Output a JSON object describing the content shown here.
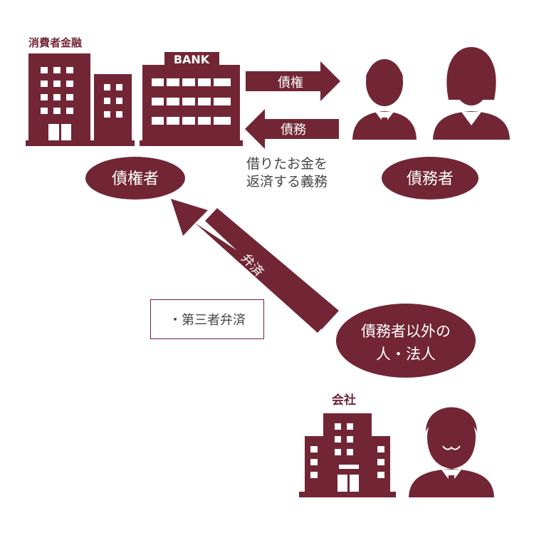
{
  "colors": {
    "primary": "#722635",
    "text": "#444444",
    "background": "#ffffff"
  },
  "icons": {
    "consumer_finance": "office-building-icon",
    "bank": "bank-building-icon",
    "debtor_man": "businessman-icon",
    "debtor_woman": "businesswoman-icon",
    "company": "company-building-icon",
    "third_party_person": "businessman-icon"
  },
  "labels": {
    "consumer_finance": "消費者金融",
    "bank_sign": "BANK",
    "creditor": "債権者",
    "debtor": "債務者",
    "claim_arrow": "債権",
    "obligation_arrow": "債務",
    "obligation_note_line1": "借りたお金を",
    "obligation_note_line2": "返済する義務",
    "repayment_arrow": "弁済",
    "third_party_repayment": "・第三者弁済",
    "third_party_line1": "債務者以外の",
    "third_party_line2": "人・法人",
    "company": "会社"
  }
}
